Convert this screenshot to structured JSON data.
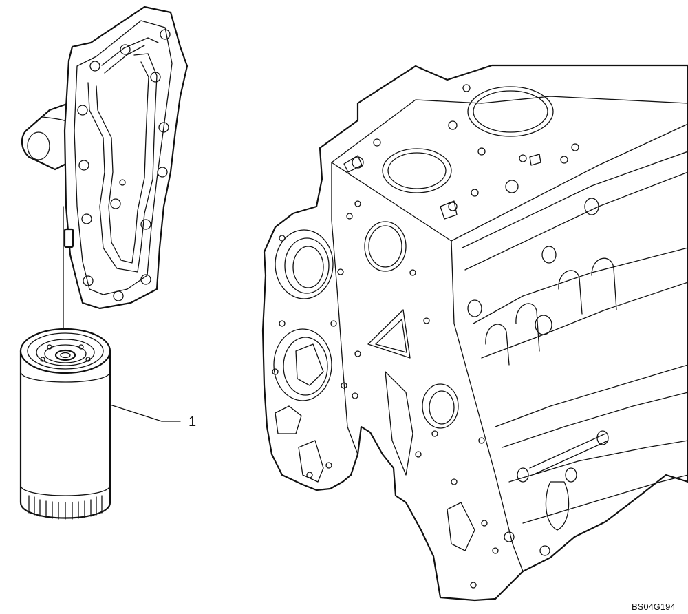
{
  "callouts": [
    {
      "id": "filter",
      "label": "1"
    }
  ],
  "figure_code": "BS04G194",
  "colors": {
    "line": "#111111",
    "background": "#ffffff"
  }
}
